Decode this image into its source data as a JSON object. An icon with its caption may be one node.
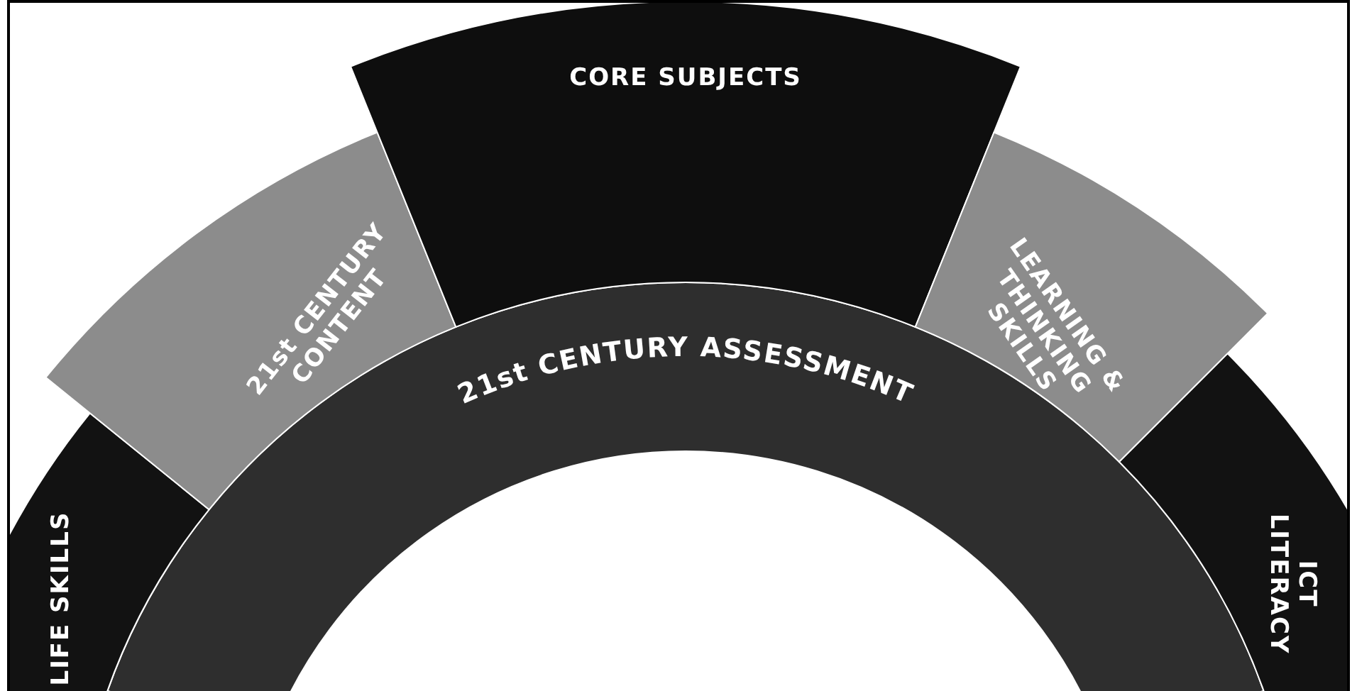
{
  "diagram": {
    "nodes": [
      {
        "text": [
          "21st CENTURY ASSESSMENT"
        ]
      },
      {
        "text": [
          "LIFE SKILLS"
        ]
      },
      {
        "text": [
          "21st CENTURY CONTENT"
        ]
      },
      {
        "text": [
          "CORE SUBJECTS"
        ]
      },
      {
        "text": [
          "LEARNING & THINKING SKILLS"
        ]
      },
      {
        "text": [
          "ICT LITERACY"
        ]
      }
    ]
  }
}
